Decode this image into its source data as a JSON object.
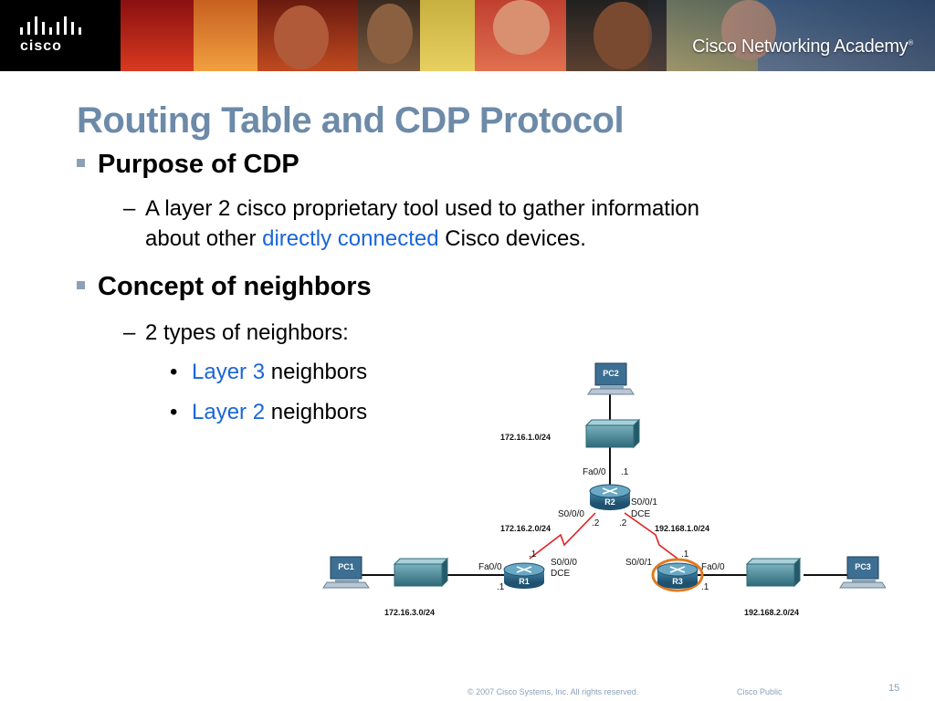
{
  "header": {
    "logo_text": "cisco",
    "academy": "Cisco Networking Academy",
    "academy_mark": "®"
  },
  "slide": {
    "title": "Routing Table and CDP Protocol",
    "bullets": [
      {
        "text": "Purpose of CDP",
        "sub": {
          "prefix": "–",
          "line1": "A layer 2 cisco proprietary tool used to gather information",
          "line2_before": "about other ",
          "line2_highlight": "directly connected",
          "line2_after": " Cisco devices."
        }
      },
      {
        "text": "Concept of neighbors",
        "sub": {
          "prefix": "–",
          "text": "2 types of neighbors:",
          "items": [
            {
              "highlight": "Layer 3",
              "rest": " neighbors"
            },
            {
              "highlight": "Layer 2",
              "rest": " neighbors"
            }
          ]
        }
      }
    ]
  },
  "diagram": {
    "pcs": {
      "pc1": "PC1",
      "pc2": "PC2",
      "pc3": "PC3"
    },
    "routers": {
      "r1": "R1",
      "r2": "R2",
      "r3": "R3"
    },
    "networks": {
      "lan_top": "172.16.1.0/24",
      "wan_left": "172.16.2.0/24",
      "wan_right": "192.168.1.0/24",
      "lan_left": "172.16.3.0/24",
      "lan_right": "192.168.2.0/24"
    },
    "labels": {
      "r2_fa": "Fa0/0",
      "r2_fa_ip": ".1",
      "r2_s000": "S0/0/0",
      "r2_s001": "S0/0/1",
      "r2_dce": "DCE",
      "r2_left_ip": ".2",
      "r2_right_ip": ".2",
      "r1_s000": "S0/0/0",
      "r1_dce": "DCE",
      "r1_s_ip": ".1",
      "r1_fa": "Fa0/0",
      "r1_fa_ip": ".1",
      "r3_s001": "S0/0/1",
      "r3_s_ip": ".1",
      "r3_fa": "Fa0/0",
      "r3_fa_ip": ".1"
    },
    "colors": {
      "wan_link": "#e02020",
      "router": "#2a6a88",
      "router_highlight": "#e07a20",
      "switch": "#3a7c8c",
      "pc_label_bg": "#3d6f93"
    }
  },
  "footer": {
    "copyright": "© 2007 Cisco Systems, Inc. All rights reserved.",
    "classification": "Cisco Public",
    "page": "15"
  }
}
